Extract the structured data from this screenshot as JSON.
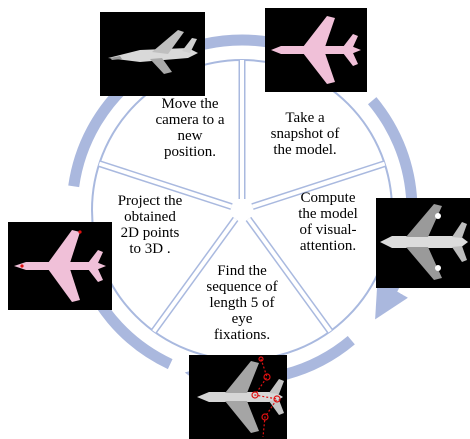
{
  "colors": {
    "ring": "#aab8de",
    "ring_dark": "#8e9fcf",
    "wedge_stroke": "#a9b9df",
    "plane_pink": "#f0c0d8",
    "plane_gray": "#bdbdbd",
    "plane_white": "#f2f2f2",
    "fixation_red": "#e01010",
    "panel_bg": "#000000"
  },
  "steps": [
    {
      "id": "move",
      "text": "Move the\ncamera to a\nnew\nposition."
    },
    {
      "id": "snapshot",
      "text": "Take a\nsnapshot of\nthe model."
    },
    {
      "id": "compute",
      "text": "Compute\nthe model\nof visual-\nattention."
    },
    {
      "id": "fixations",
      "text": "Find the\nsequence of\nlength 5 of\neye\nfixations."
    },
    {
      "id": "project",
      "text": "Project the\nobtained\n2D points\nto 3D ."
    }
  ],
  "images": [
    {
      "id": "camera-view",
      "icon": "airplane-side-view-gray"
    },
    {
      "id": "snapshot-view",
      "icon": "airplane-top-view-pink"
    },
    {
      "id": "saliency-view",
      "icon": "airplane-saliency-map"
    },
    {
      "id": "fixation-view",
      "icon": "airplane-saliency-with-fixations"
    },
    {
      "id": "projected-view",
      "icon": "airplane-top-view-pink-with-points"
    }
  ]
}
